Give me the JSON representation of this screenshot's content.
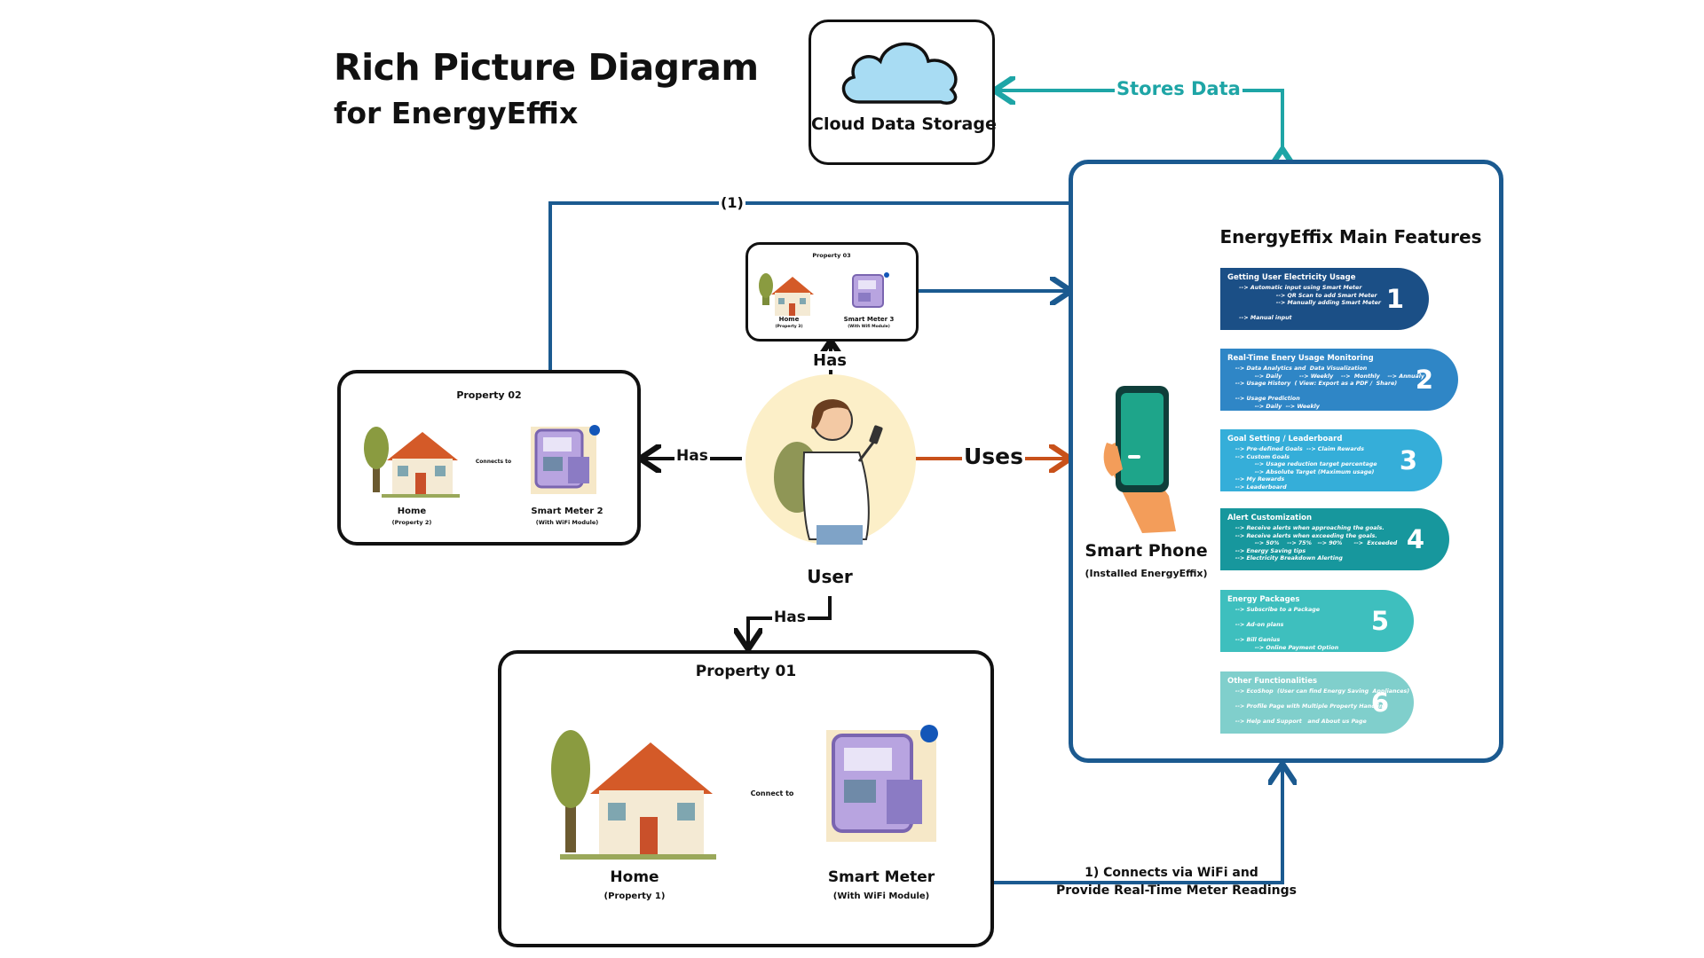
{
  "title": "Rich Picture Diagram",
  "subtitle": "for EnergyEffix",
  "cloud": {
    "label": "Cloud Data Storage",
    "link_label": "Stores Data"
  },
  "user": {
    "label": "User",
    "uses_label": "Uses",
    "has_label": "Has"
  },
  "link_1": "(1)",
  "property03": {
    "title": "Property 03",
    "home": "Home",
    "home_sub": "(Property 3)",
    "meter": "Smart Meter 3",
    "meter_sub": "(With Wifi Module)"
  },
  "property02": {
    "title": "Property 02",
    "home": "Home",
    "home_sub": "(Property 2)",
    "meter": "Smart Meter 2",
    "meter_sub": "(With WiFi Module)",
    "connect": "Connects to"
  },
  "property01": {
    "title": "Property 01",
    "home": "Home",
    "home_sub": "(Property 1)",
    "meter": "Smart Meter",
    "meter_sub": "(With WiFi Module)",
    "connect": "Connect to"
  },
  "meter_link": {
    "line1": "1)    Connects via WiFi and",
    "line2": "Provide Real-Time Meter Readings"
  },
  "phone": {
    "label": "Smart Phone",
    "sub": "(Installed EnergyEffix)"
  },
  "features": {
    "title": "EnergyEffix Main Features",
    "items": [
      {
        "num": "1",
        "heading": "Getting User Electricity Usage",
        "lines": [
          "      --> Automatic input using Smart Meter",
          "                         --> QR Scan to add Smart Meter",
          "                         --> Manually adding Smart Meter",
          "",
          "      --> Manual input"
        ],
        "color": "#1b4f86"
      },
      {
        "num": "2",
        "heading": "Real-Time Enery Usage Monitoring",
        "lines": [
          "    --> Data Analytics and  Data Visualization",
          "              --> Daily         --> Weekly    -->  Monthly    --> Annualy",
          "    --> Usage History  ( View: Export as a PDF /  Share)",
          "",
          "    --> Usage Prediction",
          "              --> Daily  --> Weekly"
        ],
        "color": "#2f86c6"
      },
      {
        "num": "3",
        "heading": "Goal Setting / Leaderboard",
        "lines": [
          "    --> Pre-defined Goals  --> Claim Rewards",
          "    --> Custom Goals",
          "              --> Usage reduction target percentage",
          "              --> Absolute Target (Maximum usage)",
          "    --> My Rewards",
          "    --> Leaderboard"
        ],
        "color": "#35aed9"
      },
      {
        "num": "4",
        "heading": "Alert Customization",
        "lines": [
          "    --> Receive alerts when approaching the goals.",
          "    --> Receive alerts when exceeding the goals.",
          "              --> 50%    --> 75%   --> 90%      -->  Exceeded",
          "    --> Energy Saving tips",
          "    --> Electricity Breakdown Alerting"
        ],
        "color": "#17979d"
      },
      {
        "num": "5",
        "heading": "Energy Packages",
        "lines": [
          "    --> Subscribe to a Package",
          "",
          "    --> Ad-on plans",
          "",
          "    --> Bill Genius",
          "              --> Online Payment Option"
        ],
        "color": "#3ebfbe"
      },
      {
        "num": "6",
        "heading": "Other Functionalities",
        "lines": [
          "    --> EcoShop  (User can find Energy Saving  Appliances)",
          "",
          "    --> Profile Page with Multiple Property Handling",
          "",
          "    --> Help and Support   and About us Page"
        ],
        "color": "#80cfcc"
      }
    ]
  },
  "colors": {
    "navy": "#1b5a90",
    "teal": "#1ea5a6",
    "orange": "#c8511a",
    "black": "#111111"
  }
}
